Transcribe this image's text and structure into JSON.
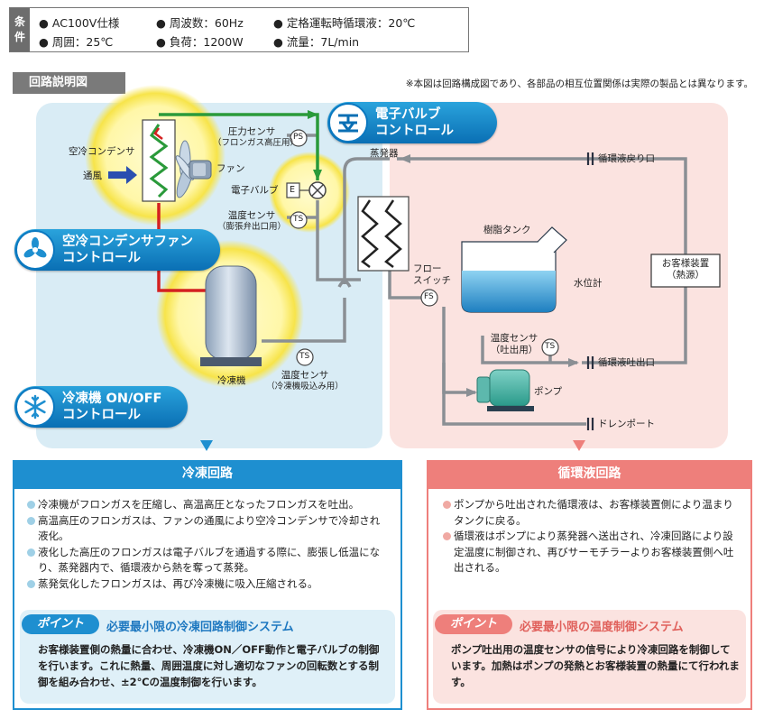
{
  "conditions": {
    "tag": [
      "条",
      "件"
    ],
    "items": [
      "AC100V仕様",
      "周波数：60Hz",
      "定格運転時循環液：20℃",
      "周囲：25℃",
      "負荷：1200W",
      "流量：7L/min"
    ]
  },
  "diagram": {
    "title": "回路説明図",
    "note": "※本図は回路構成図であり、各部品の相互位置関係は実際の製品とは異なります。",
    "labels": {
      "condenser": "空冷コンデンサ",
      "airflow": "通風",
      "fan": "ファン",
      "pressure_sensor": "圧力センサ",
      "pressure_sensor_sub": "（フロンガス高圧用）",
      "ps": "PS",
      "valve": "電子バルブ",
      "e": "E",
      "temp_sensor_valve": "温度センサ",
      "temp_sensor_valve_sub": "（膨張弁出口用）",
      "ts": "TS",
      "compressor": "冷凍機",
      "temp_sensor_comp": "温度センサ",
      "temp_sensor_comp_sub": "（冷凍機吸込み用）",
      "evaporator": "蒸発器",
      "tank": "樹脂タンク",
      "level": "水位計",
      "flow_switch": "フロー",
      "flow_switch2": "スイッチ",
      "fs": "FS",
      "temp_sensor_out": "温度センサ",
      "temp_sensor_out_sub": "（吐出用）",
      "pump": "ポンプ",
      "return_port": "循環液戻り口",
      "outlet_port": "循環液吐出口",
      "drain_port": "ドレンポート",
      "customer": "お客様装置",
      "customer_sub": "（熱源）"
    },
    "badges": {
      "valve_control": [
        "電子バルブ",
        "コントロール"
      ],
      "fan_control": [
        "空冷コンデンサファン",
        "コントロール"
      ],
      "comp_control": [
        "冷凍機 ON/OFF",
        "コントロール"
      ]
    }
  },
  "refrigeration": {
    "heading": "冷凍回路",
    "bullets": [
      "冷凍機がフロンガスを圧縮し、高温高圧となったフロンガスを吐出。",
      "高温高圧のフロンガスは、ファンの通風により空冷コンデンサで冷却され液化。",
      "液化した高圧のフロンガスは電子バルブを通過する際に、膨張し低温になり、蒸発器内で、循環液から熱を奪って蒸発。",
      "蒸発気化したフロンガスは、再び冷凍機に吸入圧縮される。"
    ],
    "point_label": "ポイント",
    "point_title": "必要最小限の冷凍回路制御システム",
    "point_body": "お客様装置側の熱量に合わせ、冷凍機ON／OFF動作と電子バルブの制御を行います。これに熱量、周囲温度に対し適切なファンの回転数とする制御を組み合わせ、±2℃の温度制御を行います。"
  },
  "circulation": {
    "heading": "循環液回路",
    "bullets": [
      "ポンプから吐出された循環液は、お客様装置側により温まりタンクに戻る。",
      "循環液はポンプにより蒸発器へ送出され、冷凍回路により設定温度に制御され、再びサーモチラーよりお客様装置側へ吐出される。"
    ],
    "point_label": "ポイント",
    "point_title": "必要最小限の温度制御システム",
    "point_body": "ポンプ吐出用の温度センサの信号により冷凍回路を制御しています。加熱はポンプの発熱とお客様装置の熱量にて行われます。"
  },
  "colors": {
    "blue": "#1e8fd0",
    "pink": "#ee7f7b",
    "refrigerant_high": "#d42020",
    "refrigerant_cool": "#2a9a3a",
    "pipe_gray": "#8a8f94"
  }
}
